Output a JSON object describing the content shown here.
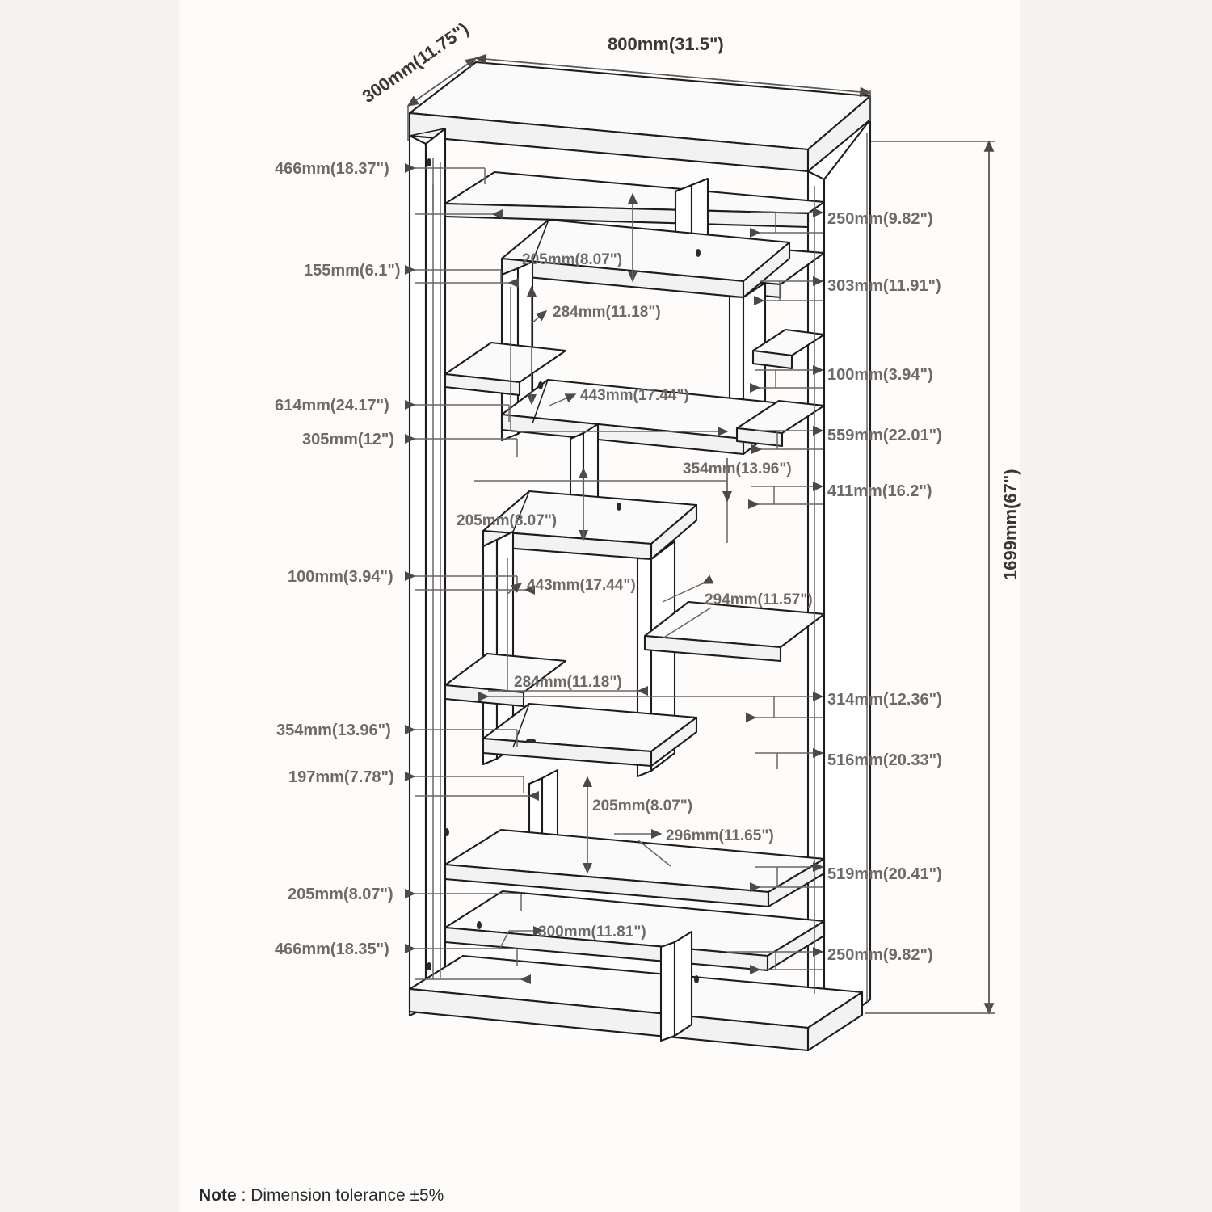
{
  "document": {
    "type": "technical-dimension-drawing",
    "subject": "Bookcase / display shelf isometric dimension drawing",
    "note_label": "Note",
    "note_separator": " : ",
    "note_text": "Dimension tolerance ±5%",
    "page_background": "#fdfcfb",
    "outer_background": "#f7f3f0",
    "line_color": "#1d1d1d",
    "dim_text_color": "#6e6a68"
  },
  "dimensions": {
    "overall": [
      {
        "id": "depth-top",
        "text": "300mm(11.75\")",
        "placement": "top-left-diagonal"
      },
      {
        "id": "width-top",
        "text": "800mm(31.5\")",
        "placement": "top"
      },
      {
        "id": "height-right",
        "text": "1699mm(67\")",
        "placement": "right-vertical"
      }
    ],
    "left_column": [
      {
        "id": "left-1",
        "text": "466mm(18.37\")"
      },
      {
        "id": "left-2",
        "text": "155mm(6.1\")"
      },
      {
        "id": "left-3",
        "text": "614mm(24.17\")"
      },
      {
        "id": "left-4",
        "text": "305mm(12\")"
      },
      {
        "id": "left-5",
        "text": "100mm(3.94\")"
      },
      {
        "id": "left-6",
        "text": "354mm(13.96\")"
      },
      {
        "id": "left-7",
        "text": "197mm(7.78\")"
      },
      {
        "id": "left-8",
        "text": "205mm(8.07\")"
      },
      {
        "id": "left-9",
        "text": "466mm(18.35\")"
      }
    ],
    "right_column": [
      {
        "id": "right-1",
        "text": "250mm(9.82\")"
      },
      {
        "id": "right-2",
        "text": "303mm(11.91\")"
      },
      {
        "id": "right-3",
        "text": "100mm(3.94\")"
      },
      {
        "id": "right-4",
        "text": "559mm(22.01\")"
      },
      {
        "id": "right-5",
        "text": "411mm(16.2\")"
      },
      {
        "id": "right-6",
        "text": "314mm(12.36\")"
      },
      {
        "id": "right-7",
        "text": "516mm(20.33\")"
      },
      {
        "id": "right-8",
        "text": "519mm(20.41\")"
      },
      {
        "id": "right-9",
        "text": "250mm(9.82\")"
      }
    ],
    "interior": [
      {
        "id": "int-1",
        "text": "205mm(8.07\")"
      },
      {
        "id": "int-2",
        "text": "284mm(11.18\")"
      },
      {
        "id": "int-3",
        "text": "443mm(17.44\")"
      },
      {
        "id": "int-4",
        "text": "354mm(13.96\")"
      },
      {
        "id": "int-5",
        "text": "205mm(8.07\")"
      },
      {
        "id": "int-6",
        "text": "443mm(17.44\")"
      },
      {
        "id": "int-7",
        "text": "294mm(11.57\")"
      },
      {
        "id": "int-8",
        "text": "284mm(11.18\")"
      },
      {
        "id": "int-9",
        "text": "205mm(8.07\")"
      },
      {
        "id": "int-10",
        "text": "296mm(11.65\")"
      },
      {
        "id": "int-11",
        "text": "300mm(11.81\")"
      }
    ]
  }
}
